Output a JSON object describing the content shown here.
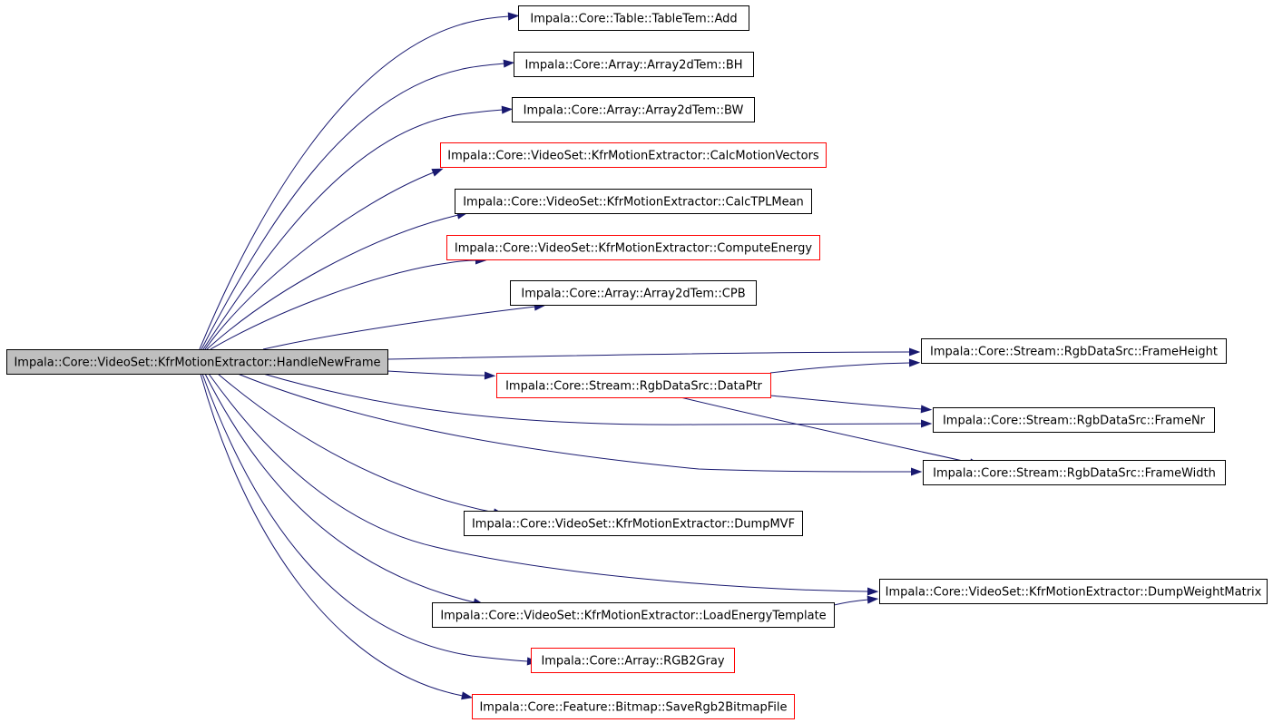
{
  "graph": {
    "colors": {
      "edge": "#191970",
      "root_fill": "#bfbfbf",
      "node_fill": "#ffffff",
      "border_black": "#000000",
      "border_red": "#ff0000"
    },
    "nodes": [
      {
        "id": "root",
        "label": "Impala::Core::VideoSet::KfrMotionExtractor::HandleNewFrame",
        "style": "root"
      },
      {
        "id": "add",
        "label": "Impala::Core::Table::TableTem::Add",
        "style": "black"
      },
      {
        "id": "bh",
        "label": "Impala::Core::Array::Array2dTem::BH",
        "style": "black"
      },
      {
        "id": "bw",
        "label": "Impala::Core::Array::Array2dTem::BW",
        "style": "black"
      },
      {
        "id": "calcmv",
        "label": "Impala::Core::VideoSet::KfrMotionExtractor::CalcMotionVectors",
        "style": "red"
      },
      {
        "id": "calctpl",
        "label": "Impala::Core::VideoSet::KfrMotionExtractor::CalcTPLMean",
        "style": "black"
      },
      {
        "id": "energy",
        "label": "Impala::Core::VideoSet::KfrMotionExtractor::ComputeEnergy",
        "style": "red"
      },
      {
        "id": "cpb",
        "label": "Impala::Core::Array::Array2dTem::CPB",
        "style": "black"
      },
      {
        "id": "fheight",
        "label": "Impala::Core::Stream::RgbDataSrc::FrameHeight",
        "style": "black"
      },
      {
        "id": "dataptr",
        "label": "Impala::Core::Stream::RgbDataSrc::DataPtr",
        "style": "red"
      },
      {
        "id": "fnr",
        "label": "Impala::Core::Stream::RgbDataSrc::FrameNr",
        "style": "black"
      },
      {
        "id": "fwidth",
        "label": "Impala::Core::Stream::RgbDataSrc::FrameWidth",
        "style": "black"
      },
      {
        "id": "dumpmvf",
        "label": "Impala::Core::VideoSet::KfrMotionExtractor::DumpMVF",
        "style": "black"
      },
      {
        "id": "dumpwm",
        "label": "Impala::Core::VideoSet::KfrMotionExtractor::DumpWeightMatrix",
        "style": "black"
      },
      {
        "id": "loadet",
        "label": "Impala::Core::VideoSet::KfrMotionExtractor::LoadEnergyTemplate",
        "style": "black"
      },
      {
        "id": "rgb2gray",
        "label": "Impala::Core::Array::RGB2Gray",
        "style": "red"
      },
      {
        "id": "saverbf",
        "label": "Impala::Core::Feature::Bitmap::SaveRgb2BitmapFile",
        "style": "red"
      }
    ],
    "edges": [
      {
        "from": "root",
        "to": "add"
      },
      {
        "from": "root",
        "to": "bh"
      },
      {
        "from": "root",
        "to": "bw"
      },
      {
        "from": "root",
        "to": "calcmv"
      },
      {
        "from": "root",
        "to": "calctpl"
      },
      {
        "from": "root",
        "to": "energy"
      },
      {
        "from": "root",
        "to": "cpb"
      },
      {
        "from": "root",
        "to": "fheight"
      },
      {
        "from": "root",
        "to": "dataptr"
      },
      {
        "from": "root",
        "to": "fnr"
      },
      {
        "from": "root",
        "to": "fwidth"
      },
      {
        "from": "root",
        "to": "dumpmvf"
      },
      {
        "from": "root",
        "to": "dumpwm"
      },
      {
        "from": "root",
        "to": "loadet"
      },
      {
        "from": "root",
        "to": "rgb2gray"
      },
      {
        "from": "root",
        "to": "saverbf"
      },
      {
        "from": "dataptr",
        "to": "fheight"
      },
      {
        "from": "dataptr",
        "to": "fnr"
      },
      {
        "from": "dataptr",
        "to": "fwidth"
      },
      {
        "from": "loadet",
        "to": "dumpwm"
      }
    ]
  }
}
